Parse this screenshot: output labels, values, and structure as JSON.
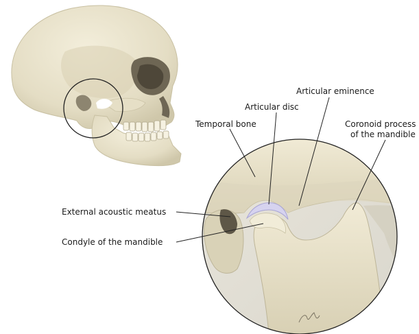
{
  "labels": {
    "articular_eminence": "Articular eminence",
    "articular_disc": "Articular disc",
    "temporal_bone": "Temporal bone",
    "coronoid_line1": "Coronoid process",
    "coronoid_line2": "of the mandible",
    "external_acoustic_meatus": "External acoustic meatus",
    "condyle": "Condyle of the mandible"
  },
  "colors": {
    "bone_light": "#efe9d4",
    "bone_mid": "#dcd5bb",
    "bone_shadow": "#bfb89d",
    "outline": "#222222",
    "disc": "#c9c6e6"
  }
}
